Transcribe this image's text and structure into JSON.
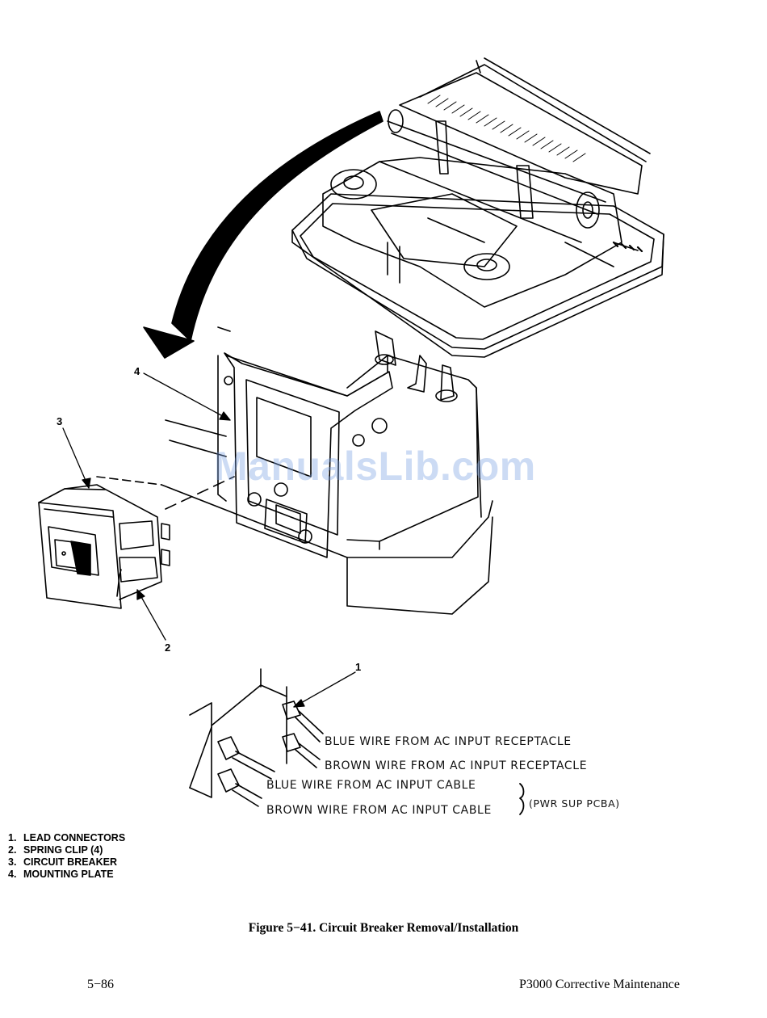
{
  "callouts": {
    "c1": "1",
    "c2": "2",
    "c3": "3",
    "c4": "4"
  },
  "wire_labels": [
    "BLUE WIRE FROM AC INPUT RECEPTACLE",
    "BROWN WIRE FROM AC INPUT RECEPTACLE",
    "BLUE WIRE FROM AC INPUT CABLE",
    "BROWN WIRE FROM AC INPUT CABLE"
  ],
  "pwr_note": "(PWR SUP PCBA)",
  "legend": [
    {
      "num": "1.",
      "text": "LEAD CONNECTORS"
    },
    {
      "num": "2.",
      "text": "SPRING CLIP (4)"
    },
    {
      "num": "3.",
      "text": "CIRCUIT BREAKER"
    },
    {
      "num": "4.",
      "text": "MOUNTING PLATE"
    }
  ],
  "caption": "Figure 5−41. Circuit Breaker Removal/Installation",
  "footer": {
    "page_number": "5−86",
    "manual_title": "P3000 Corrective Maintenance"
  },
  "watermark": "ManualsLib.com",
  "colors": {
    "ink": "#000000",
    "watermark": "#78a0e1"
  }
}
